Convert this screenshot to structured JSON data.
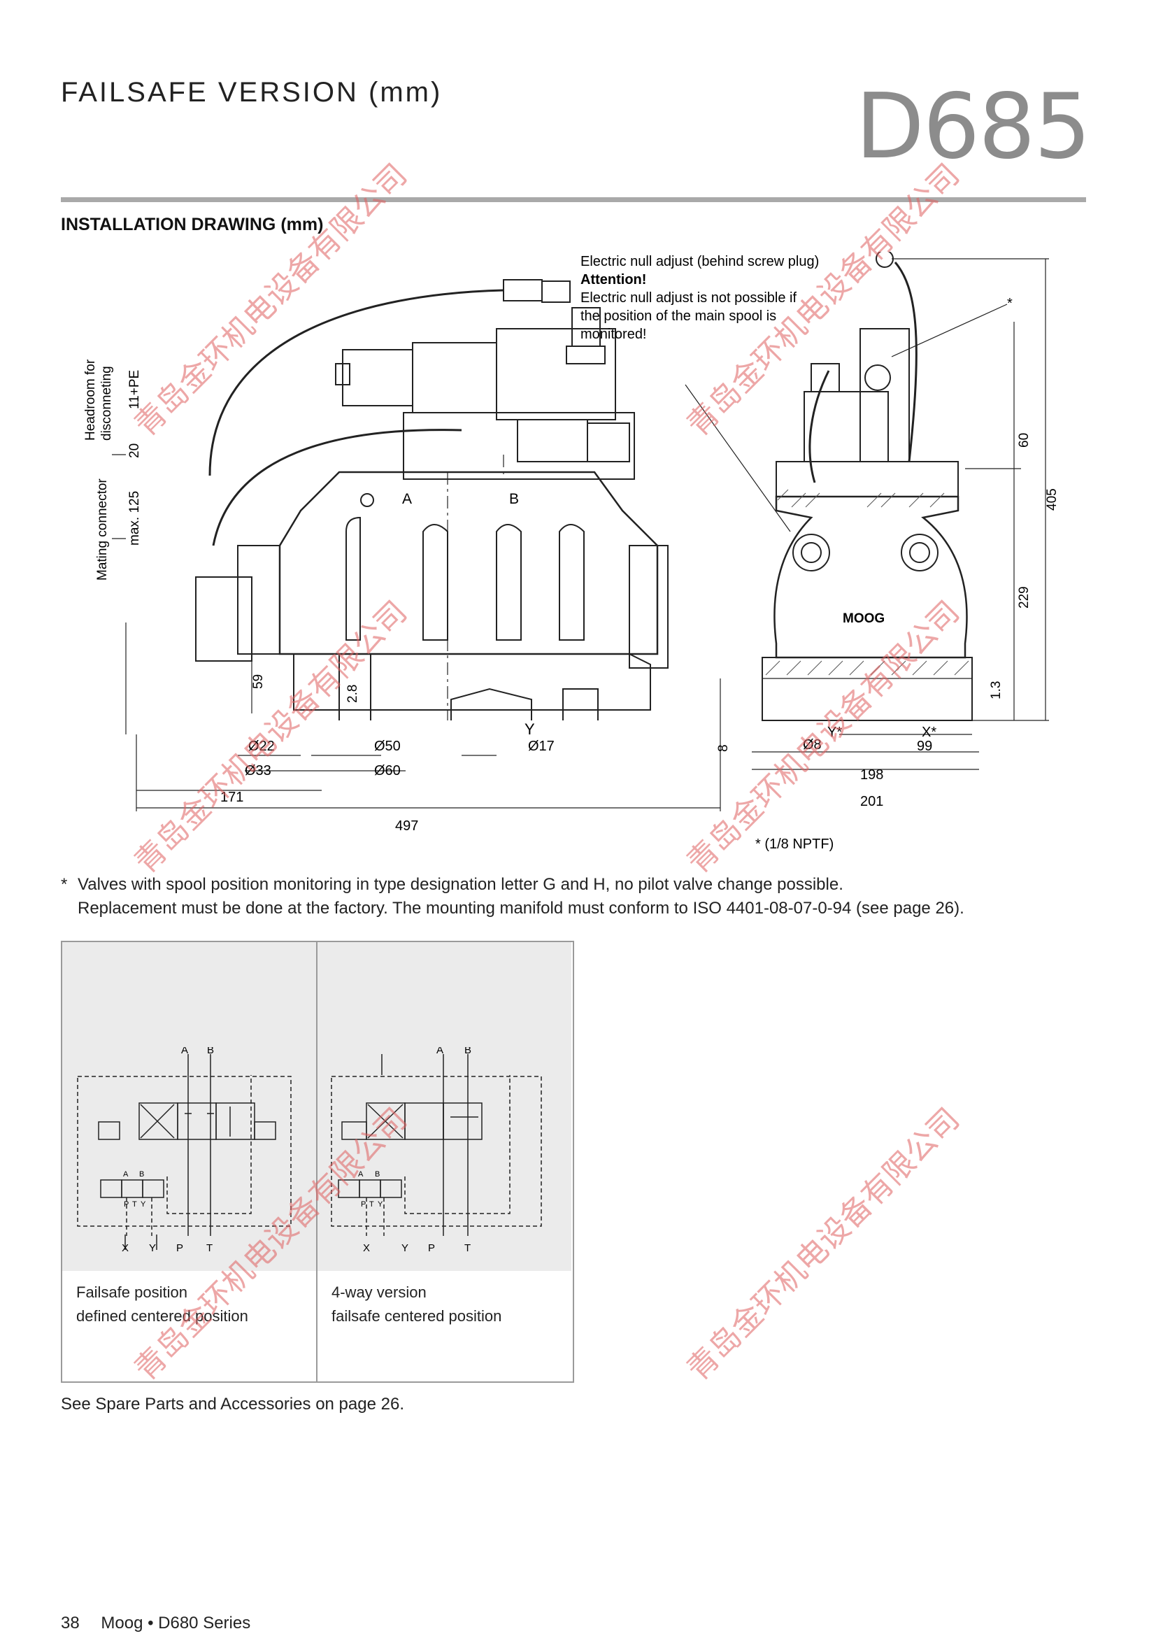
{
  "header": {
    "title": "FAILSAFE VERSION (mm)",
    "brand": "D685"
  },
  "section_title": "INSTALLATION DRAWING (mm)",
  "drawing": {
    "callout": {
      "line1": "Electric null adjust (behind screw plug)",
      "attention": "Attention!",
      "line2": "Electric null adjust is not possible if",
      "line3": "the position of the main spool is",
      "line4": "monitored!"
    },
    "side_labels": {
      "headroom_1": "Headroom for",
      "headroom_2": "disconneting",
      "mating_1": "Mating connector",
      "mating_2": "max. 125",
      "pe": "11+PE",
      "twenty": "20"
    },
    "port_labels": {
      "a": "A",
      "b": "B",
      "y": "Y",
      "y_star": "Y*",
      "x_star": "X*"
    },
    "dims": {
      "d59": "59",
      "d28": "2.8",
      "d22": "Ø22",
      "d33": "Ø33",
      "d50": "Ø50",
      "d60": "Ø60",
      "d17": "Ø17",
      "d171": "171",
      "d497": "497",
      "d8": "8",
      "d8dia": "Ø8",
      "d99": "99",
      "d198": "198",
      "d201": "201",
      "d60v": "60",
      "d229": "229",
      "d405": "405",
      "d13": "1.3",
      "star": "*",
      "nptf": "* (1/8 NPTF)",
      "moog": "MOOG"
    }
  },
  "footnote": {
    "star": "*",
    "line1": "Valves with spool position monitoring in type designation letter G and H, no pilot valve change possible.",
    "line2": "Replacement must be done at the factory. The mounting manifold must conform to ISO 4401-08-07-0-94 (see page 26)."
  },
  "schematics": [
    {
      "ports_top": [
        "A",
        "B"
      ],
      "ports_bottom": [
        "X",
        "Y",
        "P",
        "T"
      ],
      "pilot_ports_top": [
        "A",
        "B"
      ],
      "pilot_ports_bottom": [
        "P",
        "T",
        "Y"
      ],
      "caption_1": "Failsafe position",
      "caption_2": "defined centered position"
    },
    {
      "ports_top": [
        "A",
        "B"
      ],
      "ports_bottom": [
        "X",
        "Y",
        "P",
        "T"
      ],
      "pilot_ports_top": [
        "A",
        "B"
      ],
      "pilot_ports_bottom": [
        "P",
        "T",
        "Y"
      ],
      "caption_1": "4-way version",
      "caption_2": "failsafe centered position"
    }
  ],
  "spare_parts": "See Spare Parts and Accessories on page 26.",
  "footer": {
    "page": "38",
    "text": "Moog • D680 Series"
  },
  "watermark": "青岛金环机电设备有限公司"
}
